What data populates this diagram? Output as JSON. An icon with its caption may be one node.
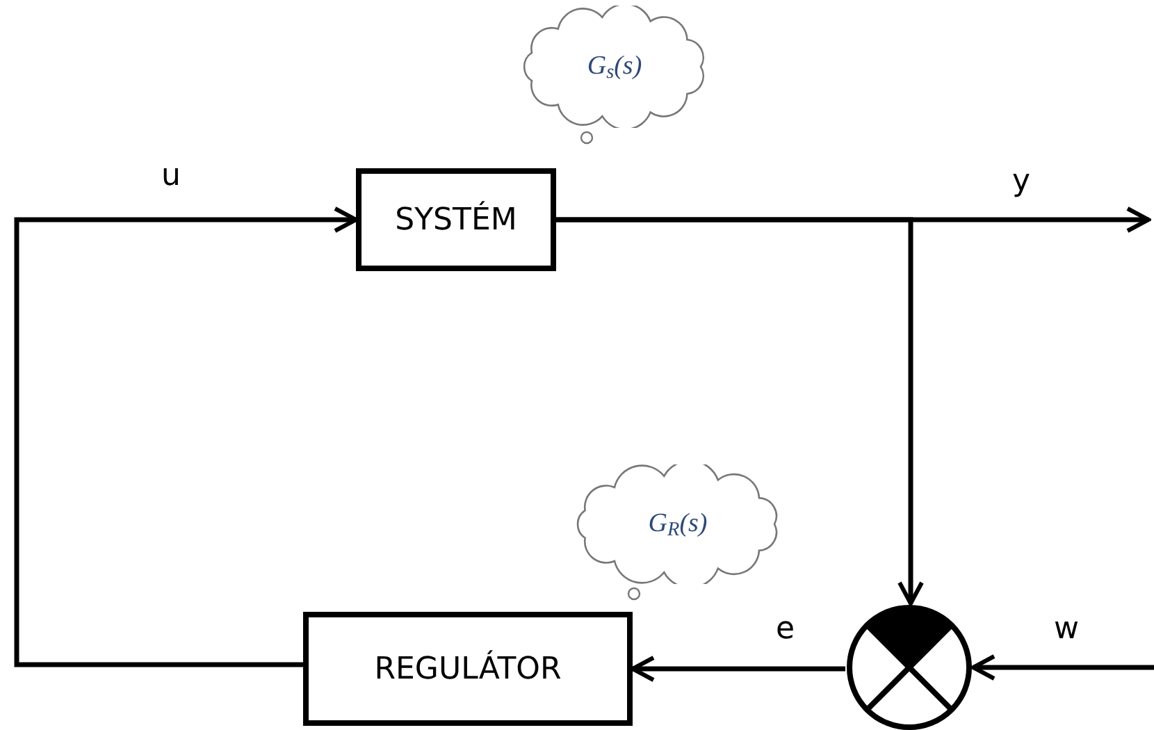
{
  "diagram": {
    "nodes": [
      {
        "text": [
          "SYSTÉM"
        ]
      },
      {
        "text": [
          "REGULÁTOR"
        ]
      },
      {
        "text": [],
        "shape": "circle"
      },
      {
        "text": [
          "G$_{s}$(s)"
        ]
      },
      {
        "text": [
          "G$_{R}$(s)"
        ]
      }
    ],
    "edges": [
      {
        "from": 0,
        "to": null,
        "arrow": "to",
        "label": "y"
      },
      {
        "from": 0,
        "to": 2,
        "arrow": "to"
      },
      {
        "from": null,
        "to": 2,
        "arrow": "to",
        "label": "w"
      },
      {
        "from": 2,
        "to": 1,
        "arrow": "to",
        "label": "e"
      },
      {
        "from": 1,
        "to": 0,
        "arrow": "to",
        "label": "u"
      }
    ]
  }
}
